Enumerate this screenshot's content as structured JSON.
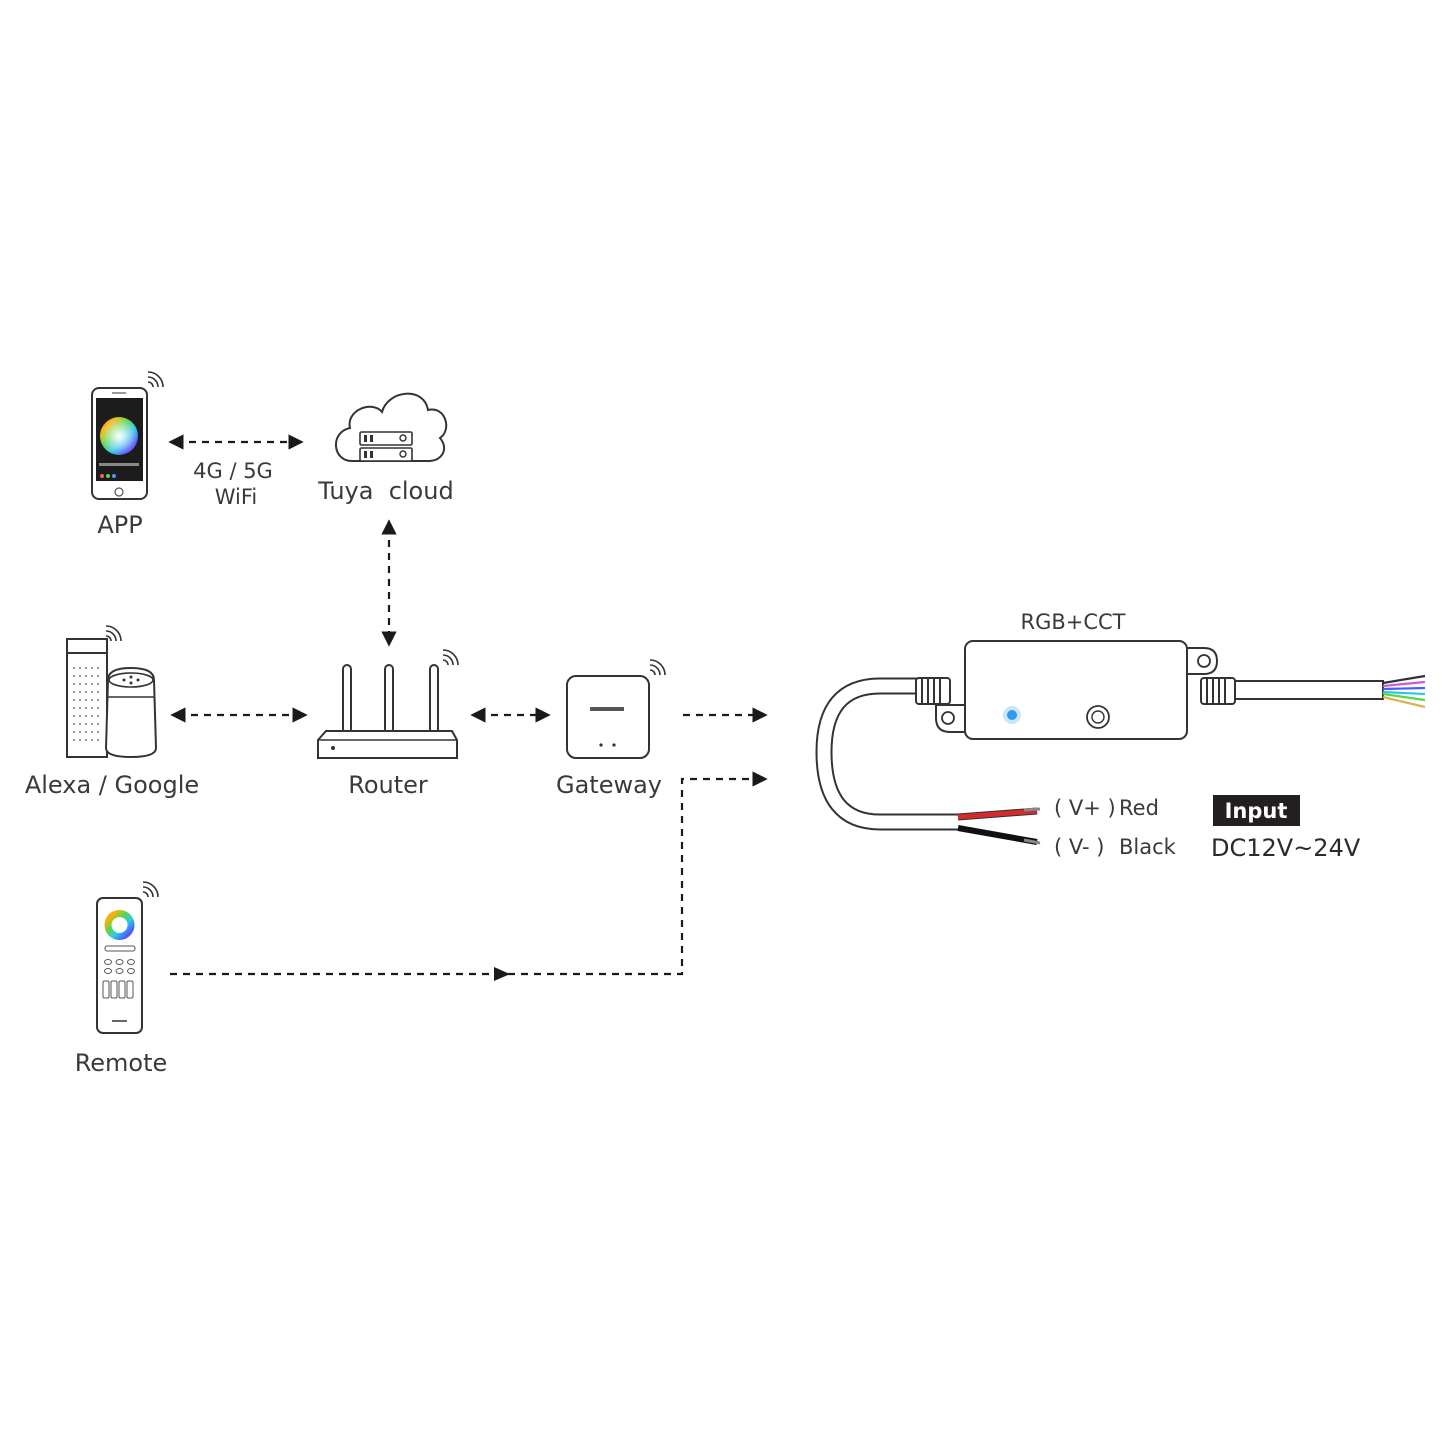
{
  "nodes": {
    "app": "APP",
    "cloud": "Tuya  cloud",
    "alexa": "Alexa / Google",
    "router": "Router",
    "gateway": "Gateway",
    "remote": "Remote"
  },
  "link_app_cloud": {
    "line1": "4G / 5G",
    "line2": "WiFi"
  },
  "controller": {
    "title": "RGB+CCT",
    "wire_pos_term": "( V+ )",
    "wire_pos_color": "Red",
    "wire_neg_term": "( V- )",
    "wire_neg_color": "Black",
    "input_badge": "Input",
    "input_voltage": "DC12V~24V"
  },
  "colors": {
    "line": "#1a1a1a",
    "wire_red": "#d42a2a",
    "wire_black": "#111111",
    "badge_bg": "#231f20",
    "led_blue": "#2d9bf0"
  },
  "icons": {
    "phone": "smartphone-icon",
    "cloud": "cloud-server-icon",
    "speaker": "smart-speaker-icon",
    "router": "router-icon",
    "gateway": "gateway-icon",
    "remote": "remote-control-icon",
    "controller": "led-controller-icon"
  }
}
